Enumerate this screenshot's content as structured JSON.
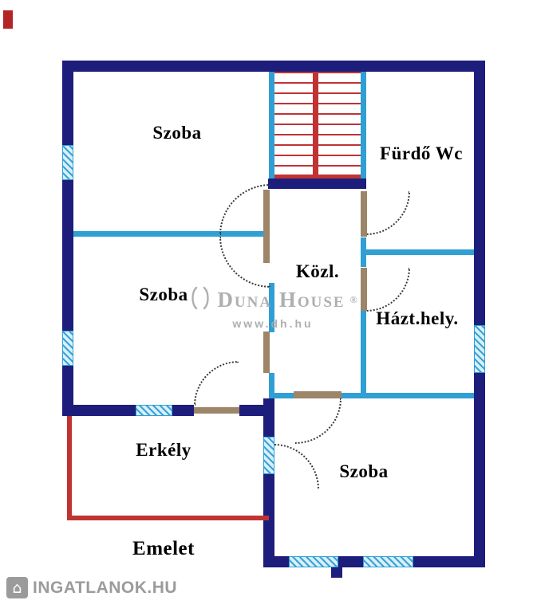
{
  "rooms": [
    {
      "label": "Szoba"
    },
    {
      "label": "Fürdő Wc"
    },
    {
      "label": "Szoba"
    },
    {
      "label": "Közl."
    },
    {
      "label": "Házt.hely."
    },
    {
      "label": "Erkély"
    },
    {
      "label": "Szoba"
    }
  ],
  "floor_label": "Emelet",
  "watermark": {
    "brand": "Duna House",
    "registered_mark": "®",
    "website": "www.dh.hu",
    "icon": "laurel-wreath-icon"
  },
  "footer_logo": {
    "text": "INGATLANOK.HU",
    "icon": "house-icon"
  },
  "colors": {
    "outer_wall_navy": "#1d1d7c",
    "interior_wall_cyan": "#2f9fd4",
    "stairs_red": "#c03333",
    "balcony_red": "#c03333",
    "window_fill": "#d9effa",
    "door_leaf_tan": "#9c8568",
    "label_text": "#000000",
    "watermark_gray": "#a9a9a9",
    "logo_gray": "#9b9b9b"
  }
}
